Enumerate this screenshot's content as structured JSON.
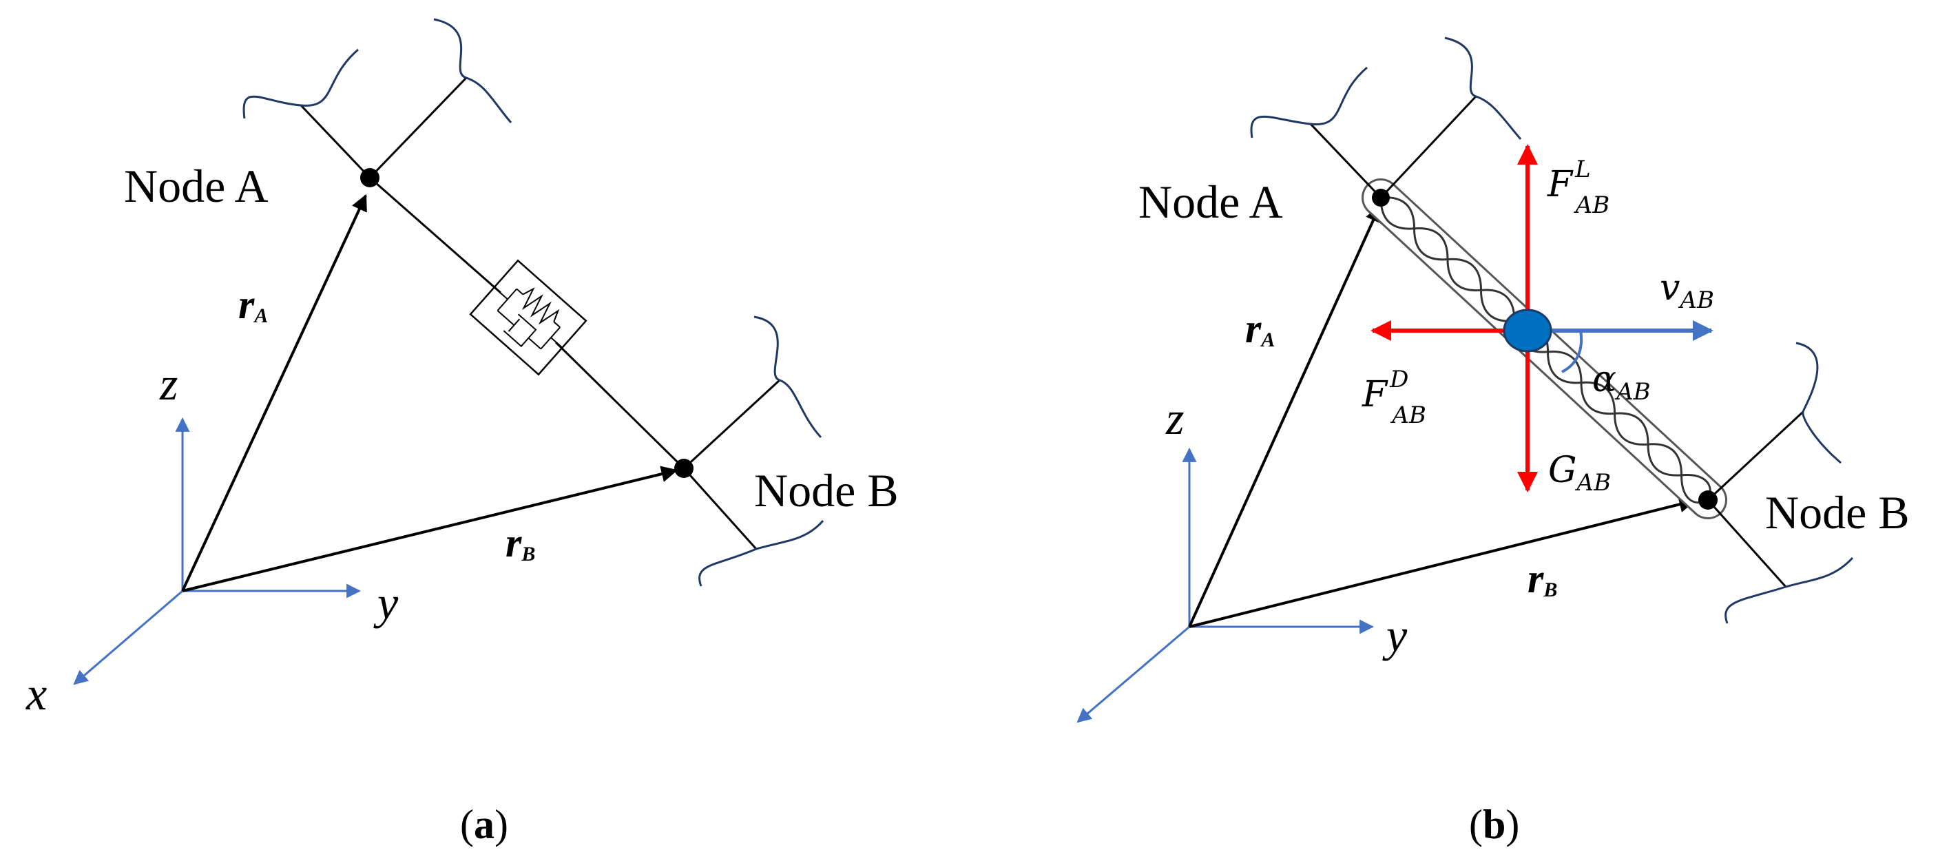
{
  "panel_a": {
    "caption": "(a)",
    "node_a": "Node A",
    "node_b": "Node B",
    "axis_x": "x",
    "axis_y": "y",
    "axis_z": "z",
    "vec_a": {
      "base": "r",
      "sub": "A"
    },
    "vec_b": {
      "base": "r",
      "sub": "B"
    }
  },
  "panel_b": {
    "caption": "(b)",
    "node_a": "Node A",
    "node_b": "Node B",
    "axis_y": "y",
    "axis_z": "z",
    "vec_a": {
      "base": "r",
      "sub": "A"
    },
    "vec_b": {
      "base": "r",
      "sub": "B"
    },
    "lift": {
      "base": "F",
      "sup": "L",
      "sub": "AB"
    },
    "drag": {
      "base": "F",
      "sup": "D",
      "sub": "AB"
    },
    "velocity": {
      "base": "v",
      "sub": "AB"
    },
    "angle": {
      "base": "α",
      "sub": "AB"
    },
    "gravity": {
      "base": "G",
      "sub": "AB"
    }
  },
  "colors": {
    "line": "#000000",
    "axis": "#4472c4",
    "force": "#ff0000",
    "velocity": "#4472c4",
    "cord_end": "#203864",
    "mass": "#0070c0"
  }
}
